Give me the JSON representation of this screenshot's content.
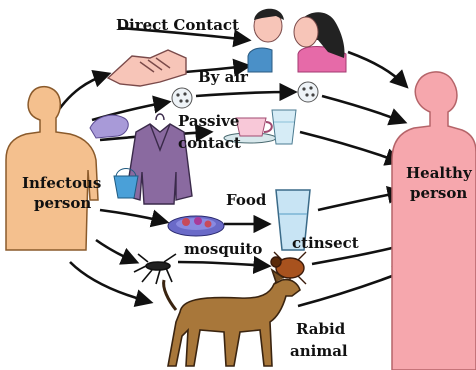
{
  "nodes": {
    "source": [
      "Infectous",
      "person"
    ],
    "target": [
      "Healthy",
      "person"
    ]
  },
  "routes": {
    "direct_contact": "Direct Contact",
    "by_air": "By air",
    "passive_contact": [
      "Passive",
      "contact"
    ],
    "food": "Food",
    "mosquito": "mosquito",
    "insect": "ctinsect",
    "rabid_animal": [
      "Rabid",
      "animal"
    ]
  },
  "colors": {
    "skin_source": "#f4c08e",
    "skin_target": "#f6a7ad",
    "arrow": "#111111"
  }
}
